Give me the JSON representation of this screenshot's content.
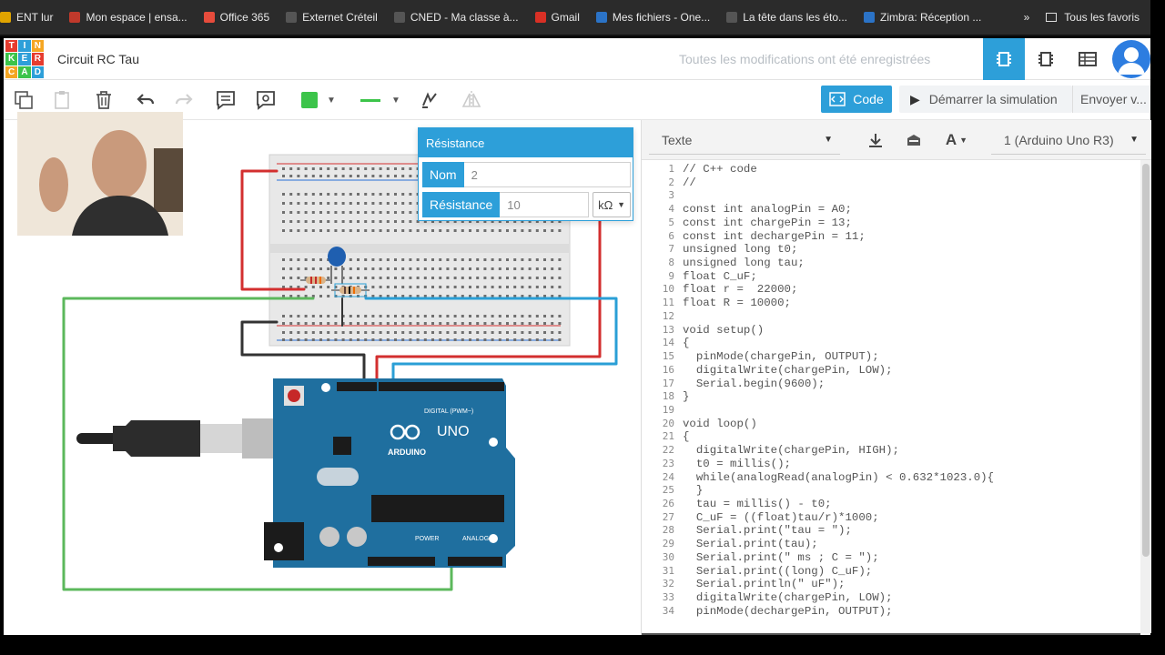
{
  "bookmarks": [
    {
      "label": "ENT lur",
      "color": "#e0a400"
    },
    {
      "label": "Mon espace | ensa...",
      "color": "#c0392b"
    },
    {
      "label": "Office 365",
      "color": "#e74c3c"
    },
    {
      "label": "Externet Créteil",
      "color": "#555555"
    },
    {
      "label": "CNED - Ma classe à...",
      "color": "#555555"
    },
    {
      "label": "Gmail",
      "color": "#d93025"
    },
    {
      "label": "Mes fichiers - One...",
      "color": "#2b73c7"
    },
    {
      "label": "La tête dans les éto...",
      "color": "#555555"
    },
    {
      "label": "Zimbra: Réception ...",
      "color": "#2b73c7"
    }
  ],
  "bookmarks_right": "Tous les favoris",
  "header": {
    "logo_letters": [
      "T",
      "I",
      "N",
      "K",
      "E",
      "R",
      "C",
      "A",
      "D"
    ],
    "title": "Circuit RC Tau",
    "save_status": "Toutes les modifications ont été enregistrées"
  },
  "toolbar": {
    "code_label": "Code",
    "simulate_label": "Démarrer la simulation",
    "send_label": "Envoyer v..."
  },
  "props": {
    "title": "Résistance",
    "name_label": "Nom",
    "name_value": "2",
    "res_label": "Résistance",
    "res_value": "10",
    "unit": "kΩ"
  },
  "code_panel": {
    "mode": "Texte",
    "device": "1 (Arduino Uno R3)"
  },
  "code": [
    "// C++ code",
    "//",
    "",
    "const int analogPin = A0;",
    "const int chargePin = 13;",
    "const int dechargePin = 11;",
    "unsigned long t0;",
    "unsigned long tau;",
    "float C_uF;",
    "float r =  22000;",
    "float R = 10000;",
    "",
    "void setup()",
    "{",
    "  pinMode(chargePin, OUTPUT);",
    "  digitalWrite(chargePin, LOW);",
    "  Serial.begin(9600);",
    "}",
    "",
    "void loop()",
    "{",
    "  digitalWrite(chargePin, HIGH);",
    "  t0 = millis();",
    "  while(analogRead(analogPin) < 0.632*1023.0){",
    "  }",
    "  tau = millis() - t0;",
    "  C_uF = ((float)tau/r)*1000;",
    "  Serial.print(\"tau = \");",
    "  Serial.print(tau);",
    "  Serial.print(\" ms ; C = \");",
    "  Serial.print((long) C_uF);",
    "  Serial.println(\" uF\");",
    "  digitalWrite(chargePin, LOW);",
    "  pinMode(dechargePin, OUTPUT);"
  ],
  "board": {
    "brand": "ARDUINO",
    "model": "UNO",
    "digital_label": "DIGITAL (PWM~)",
    "power_label": "POWER",
    "analog_label": "ANALOG IN"
  },
  "colors": {
    "accent": "#2d9fd9",
    "board": "#1f6f9f",
    "wire_red": "#d32f2f",
    "wire_green": "#5cb85c",
    "wire_blue": "#2a9fd6",
    "wire_black": "#333333"
  }
}
